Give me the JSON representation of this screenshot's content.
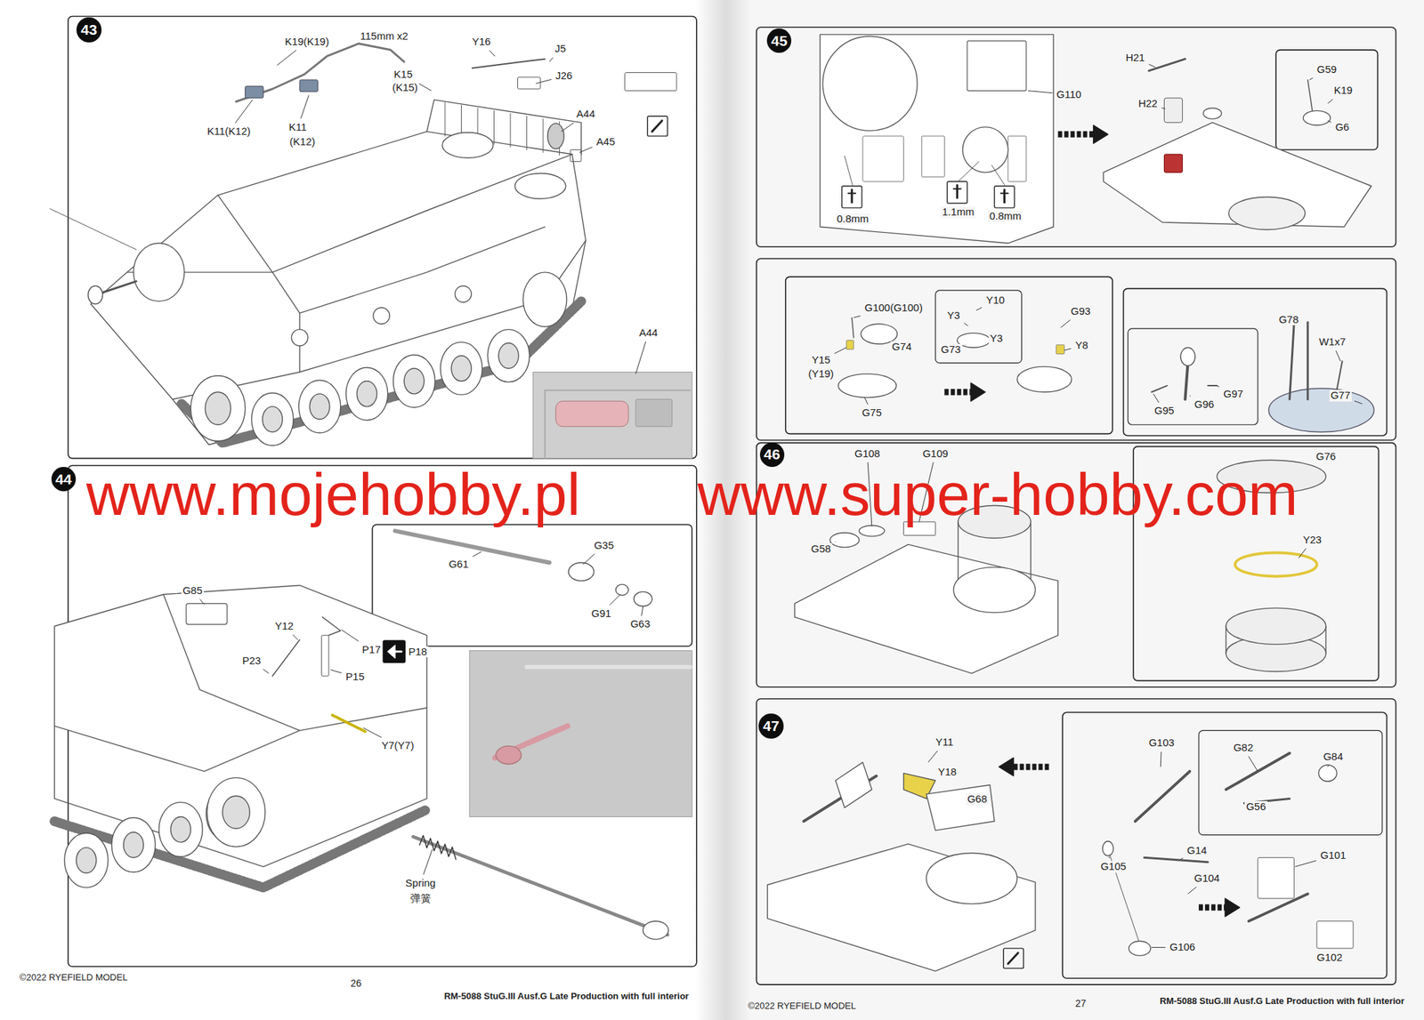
{
  "diagram": {
    "nodes": [
      {
        "text": [
          "43"
        ]
      },
      {
        "text": [
          "44"
        ]
      },
      {
        "text": [
          "45"
        ]
      },
      {
        "text": [
          "46"
        ]
      },
      {
        "text": [
          "47"
        ]
      }
    ],
    "labels": [
      "K19(K19)",
      "115mm x2",
      "Y16",
      "J5",
      "K15",
      "(K15)",
      "J26",
      "A44",
      "A45",
      "K11(K12)",
      "K11",
      "(K12)",
      "A44",
      "G61",
      "G35",
      "G91",
      "G63",
      "G85",
      "Y12",
      "P17",
      "P18",
      "P23",
      "P15",
      "Y7(Y7)",
      "Spring",
      "弹簧",
      "H21",
      "G110",
      "H22",
      "G59",
      "K19",
      "G6",
      "0.8mm",
      "1.1mm",
      "0.8mm",
      "G100(G100)",
      "Y10",
      "G93",
      "Y3",
      "G74",
      "Y3",
      "Y15",
      "(Y19)",
      "Y8",
      "G73",
      "G75",
      "G78",
      "W1x7",
      "G97",
      "G95",
      "G96",
      "G77",
      "G108",
      "G109",
      "G58",
      "G76",
      "Y23",
      "Y11",
      "Y18",
      "G68",
      "G103",
      "G82",
      "G84",
      "G56",
      "G14",
      "G105",
      "G104",
      "G101",
      "G106",
      "G102",
      "©2022 RYEFIELD MODEL",
      "26",
      "RM-5088 StuG.III Ausf.G Late Production with full interior",
      "©2022 RYEFIELD MODEL",
      "27",
      "RM-5088 StuG.III Ausf.G Late Production with full interior",
      "www.mojehobby.pl",
      "www.super-hobby.com"
    ]
  }
}
